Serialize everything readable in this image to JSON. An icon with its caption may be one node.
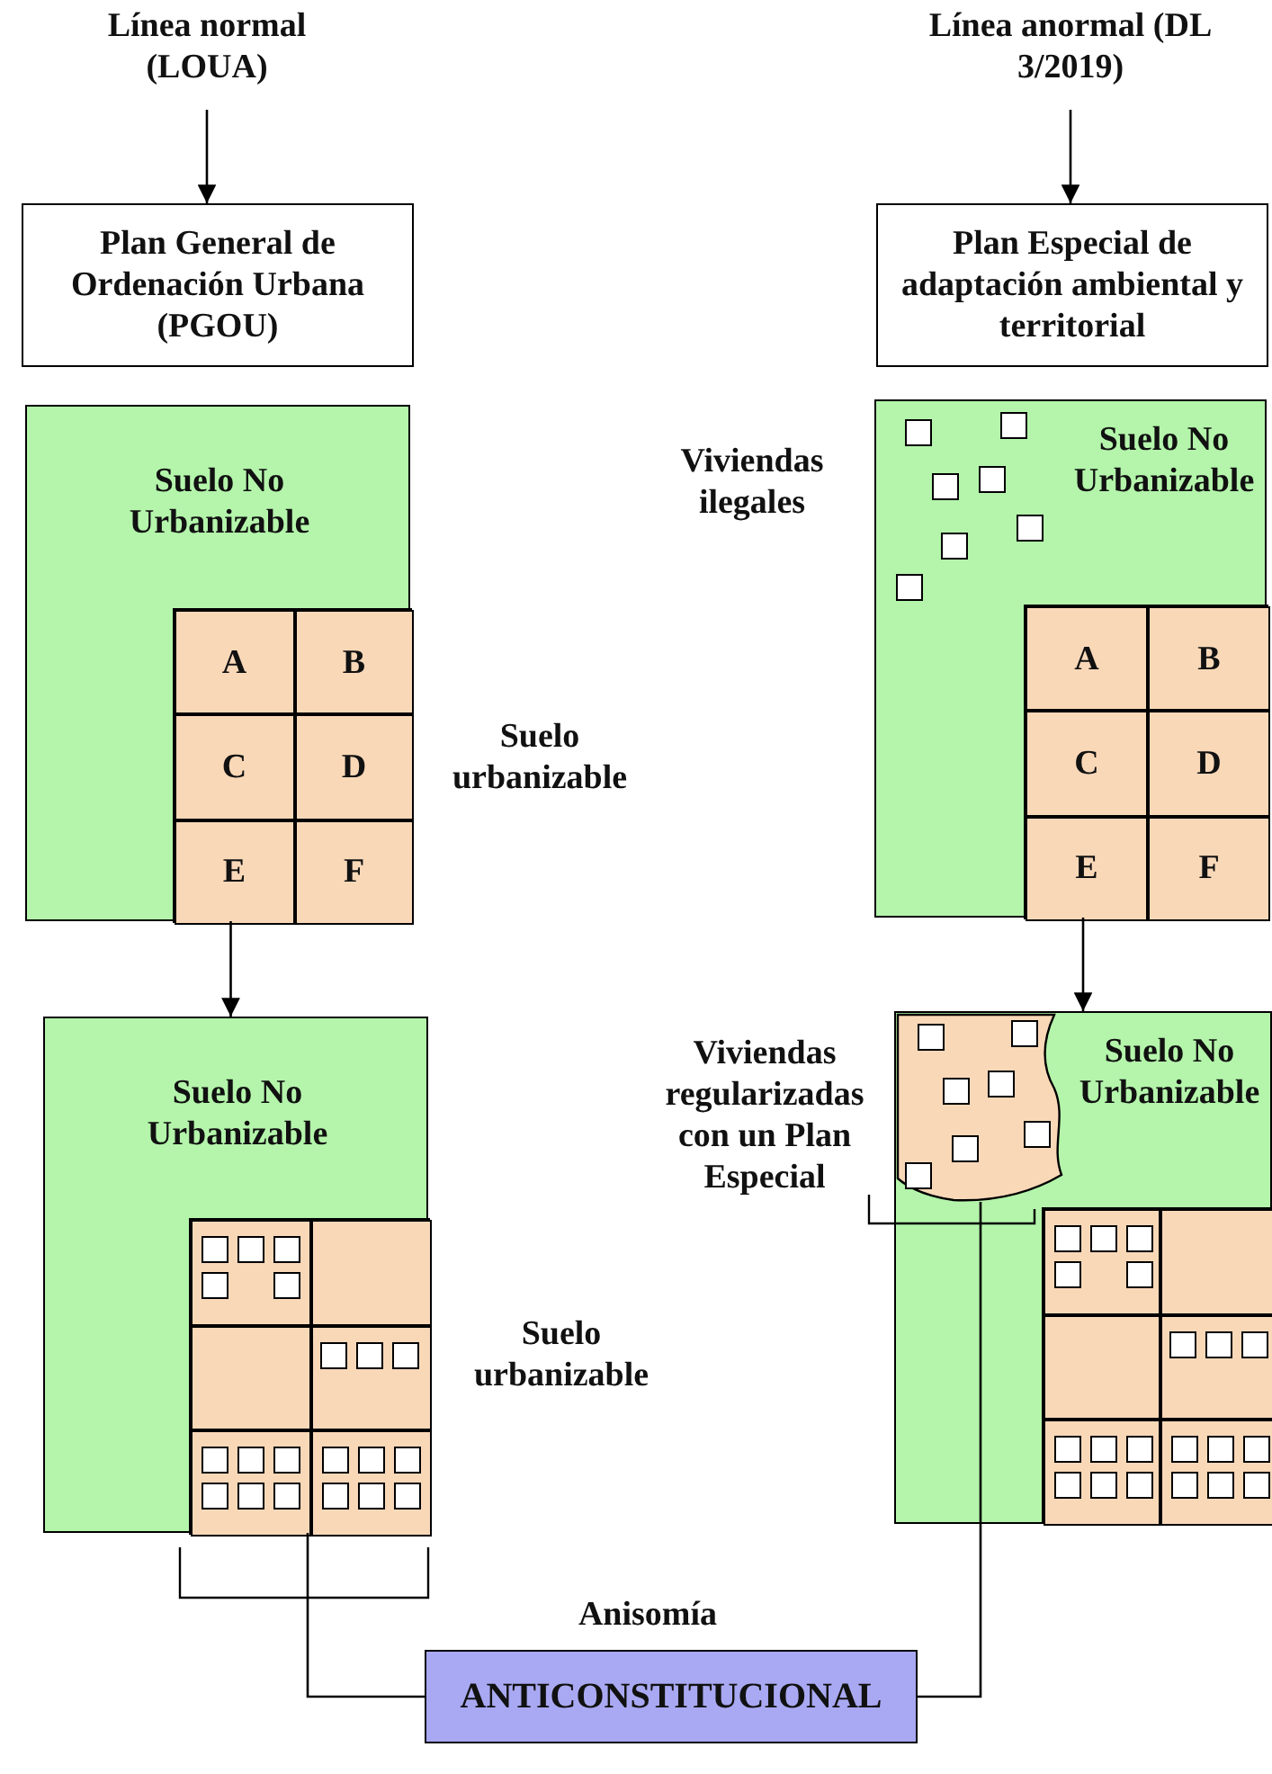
{
  "diagram": {
    "nodes": [
      {
        "text": [
          "Línea normal (LOUA)"
        ]
      },
      {
        "text": [
          "Plan General de Ordenación Urbana (PGOU)"
        ]
      },
      {
        "text": [
          "Línea anormal (DL 3/2019)"
        ]
      },
      {
        "text": [
          "Plan Especial de adaptación ambiental y territorial"
        ]
      },
      {
        "text": [
          "Suelo No Urbanizable"
        ]
      },
      {
        "text": [],
        "shape": "box",
        "in": 4,
        "beside": [
          "Suelo urbanizable"
        ]
      },
      {
        "text": [
          "A"
        ],
        "in": 5
      },
      {
        "text": [
          "B"
        ],
        "in": 5
      },
      {
        "text": [
          "C"
        ],
        "in": 5
      },
      {
        "text": [
          "D"
        ],
        "in": 5
      },
      {
        "text": [
          "E"
        ],
        "in": 5
      },
      {
        "text": [
          "F"
        ],
        "in": 5
      },
      {
        "text": [
          "Suelo No Urbanizable"
        ],
        "beside": [
          "Viviendas ilegales"
        ]
      },
      {
        "text": [],
        "shape": "box",
        "in": 12
      },
      {
        "text": [
          "A"
        ],
        "in": 13
      },
      {
        "text": [
          "B"
        ],
        "in": 13
      },
      {
        "text": [
          "C"
        ],
        "in": 13
      },
      {
        "text": [
          "D"
        ],
        "in": 13
      },
      {
        "text": [
          "E"
        ],
        "in": 13
      },
      {
        "text": [
          "F"
        ],
        "in": 13
      },
      {
        "text": [
          "Suelo No Urbanizable"
        ]
      },
      {
        "text": [],
        "shape": "box",
        "in": 20,
        "beside": [
          "Suelo urbanizable"
        ]
      },
      {
        "text": [],
        "shape": "box",
        "in": 21
      },
      {
        "text": [],
        "shape": "box",
        "in": 21
      },
      {
        "text": [],
        "shape": "box",
        "in": 21
      },
      {
        "text": [],
        "shape": "box",
        "in": 21
      },
      {
        "text": [],
        "shape": "box",
        "in": 21
      },
      {
        "text": [],
        "shape": "box",
        "in": 21
      },
      {
        "text": [
          "Suelo No Urbanizable"
        ]
      },
      {
        "text": [],
        "shape": "cloud",
        "in": 28,
        "beside": [
          "Viviendas regularizadas con un Plan Especial"
        ]
      },
      {
        "text": [],
        "shape": "box",
        "in": 28
      },
      {
        "text": [],
        "shape": "box",
        "in": 30
      },
      {
        "text": [],
        "shape": "box",
        "in": 30
      },
      {
        "text": [],
        "shape": "box",
        "in": 30
      },
      {
        "text": [],
        "shape": "box",
        "in": 30
      },
      {
        "text": [],
        "shape": "box",
        "in": 30
      },
      {
        "text": [],
        "shape": "box",
        "in": 30
      },
      {
        "text": [
          "ANTICONSTITUCIONAL"
        ],
        "beside": [
          "Anisomía"
        ]
      }
    ],
    "edges": [
      {
        "from": 0,
        "to": 1,
        "arrow": "to"
      },
      {
        "from": 2,
        "to": 3,
        "arrow": "to"
      },
      {
        "from": 10,
        "to": 20,
        "arrow": "to"
      },
      {
        "from": 18,
        "to": 28,
        "arrow": "to"
      },
      {
        "from": 21,
        "to": 37,
        "arrow": "none"
      },
      {
        "from": 29,
        "to": 37,
        "arrow": "none"
      }
    ]
  }
}
